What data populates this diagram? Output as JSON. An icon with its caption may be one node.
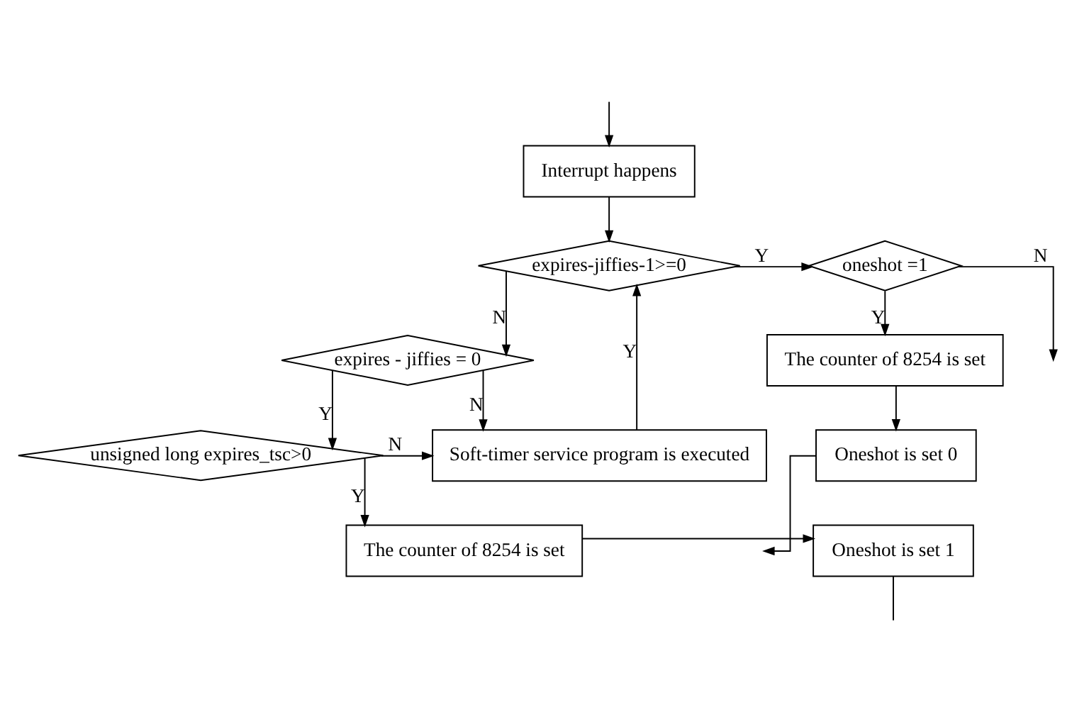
{
  "diagram": {
    "nodes": [
      {
        "text": [
          "Interrupt happens"
        ]
      },
      {
        "text": [
          "expires-jiffies-1>=0"
        ]
      },
      {
        "text": [
          "oneshot =1"
        ]
      },
      {
        "text": [
          "expires - jiffies = 0"
        ]
      },
      {
        "text": [
          "The counter of 8254 is set"
        ]
      },
      {
        "text": [
          "unsigned long expires_tsc>0"
        ]
      },
      {
        "text": [
          "Soft-timer service program is executed"
        ]
      },
      {
        "text": [
          "Oneshot is set 0"
        ]
      },
      {
        "text": [
          "The counter of 8254 is set"
        ]
      },
      {
        "text": [
          "Oneshot is set 1"
        ]
      }
    ],
    "edges": [
      {
        "from": null,
        "to": 0,
        "arrow": "to"
      },
      {
        "from": 0,
        "to": 1,
        "arrow": "to"
      },
      {
        "from": 1,
        "to": 2,
        "arrow": "to",
        "label": "Y"
      },
      {
        "from": 2,
        "to": null,
        "arrow": "to",
        "label": "N"
      },
      {
        "from": 1,
        "to": 3,
        "arrow": "to",
        "label": "N"
      },
      {
        "from": 2,
        "to": 4,
        "arrow": "to",
        "label": "Y"
      },
      {
        "from": 3,
        "to": 5,
        "arrow": "to",
        "label": "Y"
      },
      {
        "from": 3,
        "to": 6,
        "arrow": "to",
        "label": "N"
      },
      {
        "from": 5,
        "to": 6,
        "arrow": "to",
        "label": "N"
      },
      {
        "from": 4,
        "to": 7,
        "arrow": "to"
      },
      {
        "from": 7,
        "to": null,
        "arrow": "to"
      },
      {
        "from": 5,
        "to": 8,
        "arrow": "to",
        "label": "Y"
      },
      {
        "from": 8,
        "to": 9,
        "arrow": "to"
      },
      {
        "from": 9,
        "to": null,
        "arrow": "none"
      },
      {
        "from": 6,
        "to": 1,
        "arrow": "to",
        "label": "Y"
      }
    ]
  }
}
